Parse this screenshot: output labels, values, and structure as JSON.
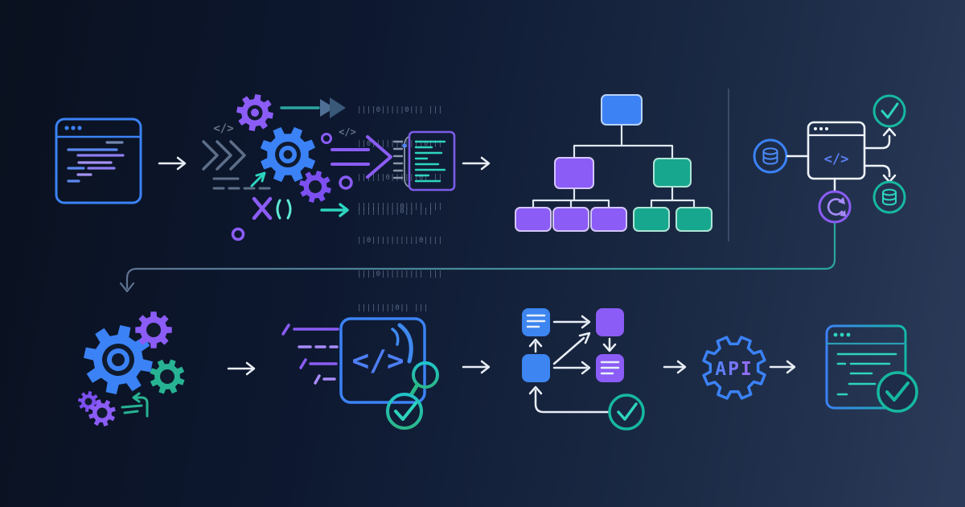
{
  "labels": {
    "api": "API",
    "code_glyph": "</>",
    "editor_code_glyph": "</>",
    "cluster_code_glyph_left": "</>",
    "cluster_code_glyph_right": "</>"
  },
  "binary": {
    "top_rows": [
      "||||0|||||0||| |||",
      "||0|||||||||||0|||",
      "||||||0||||||0| ||",
      "|||||||||0|| |||"
    ],
    "bottom_rows": [
      "|||||||||0|||| |||",
      "||0||||||||||0||||",
      "||||0||||||||| |||",
      "||||||||0|| |||"
    ]
  },
  "stages": {
    "top_row": [
      "source-code-window",
      "processing-gears",
      "binary-to-code-transform",
      "syntax-tree",
      "code-service-hub"
    ],
    "bottom_row": [
      "automation-gears",
      "code-review-editor",
      "data-flow-graph",
      "api-gateway",
      "deployed-app-window"
    ]
  },
  "colors": {
    "blue": "#3b82f6",
    "purple": "#8b5cf6",
    "teal": "#2dd4bf",
    "deep_teal": "#14b8a6",
    "green_teal": "#27b393",
    "slate": "#64748b",
    "line_white": "#e9eef6",
    "background_left": "#0b1322",
    "background_right": "#2b3b59"
  }
}
